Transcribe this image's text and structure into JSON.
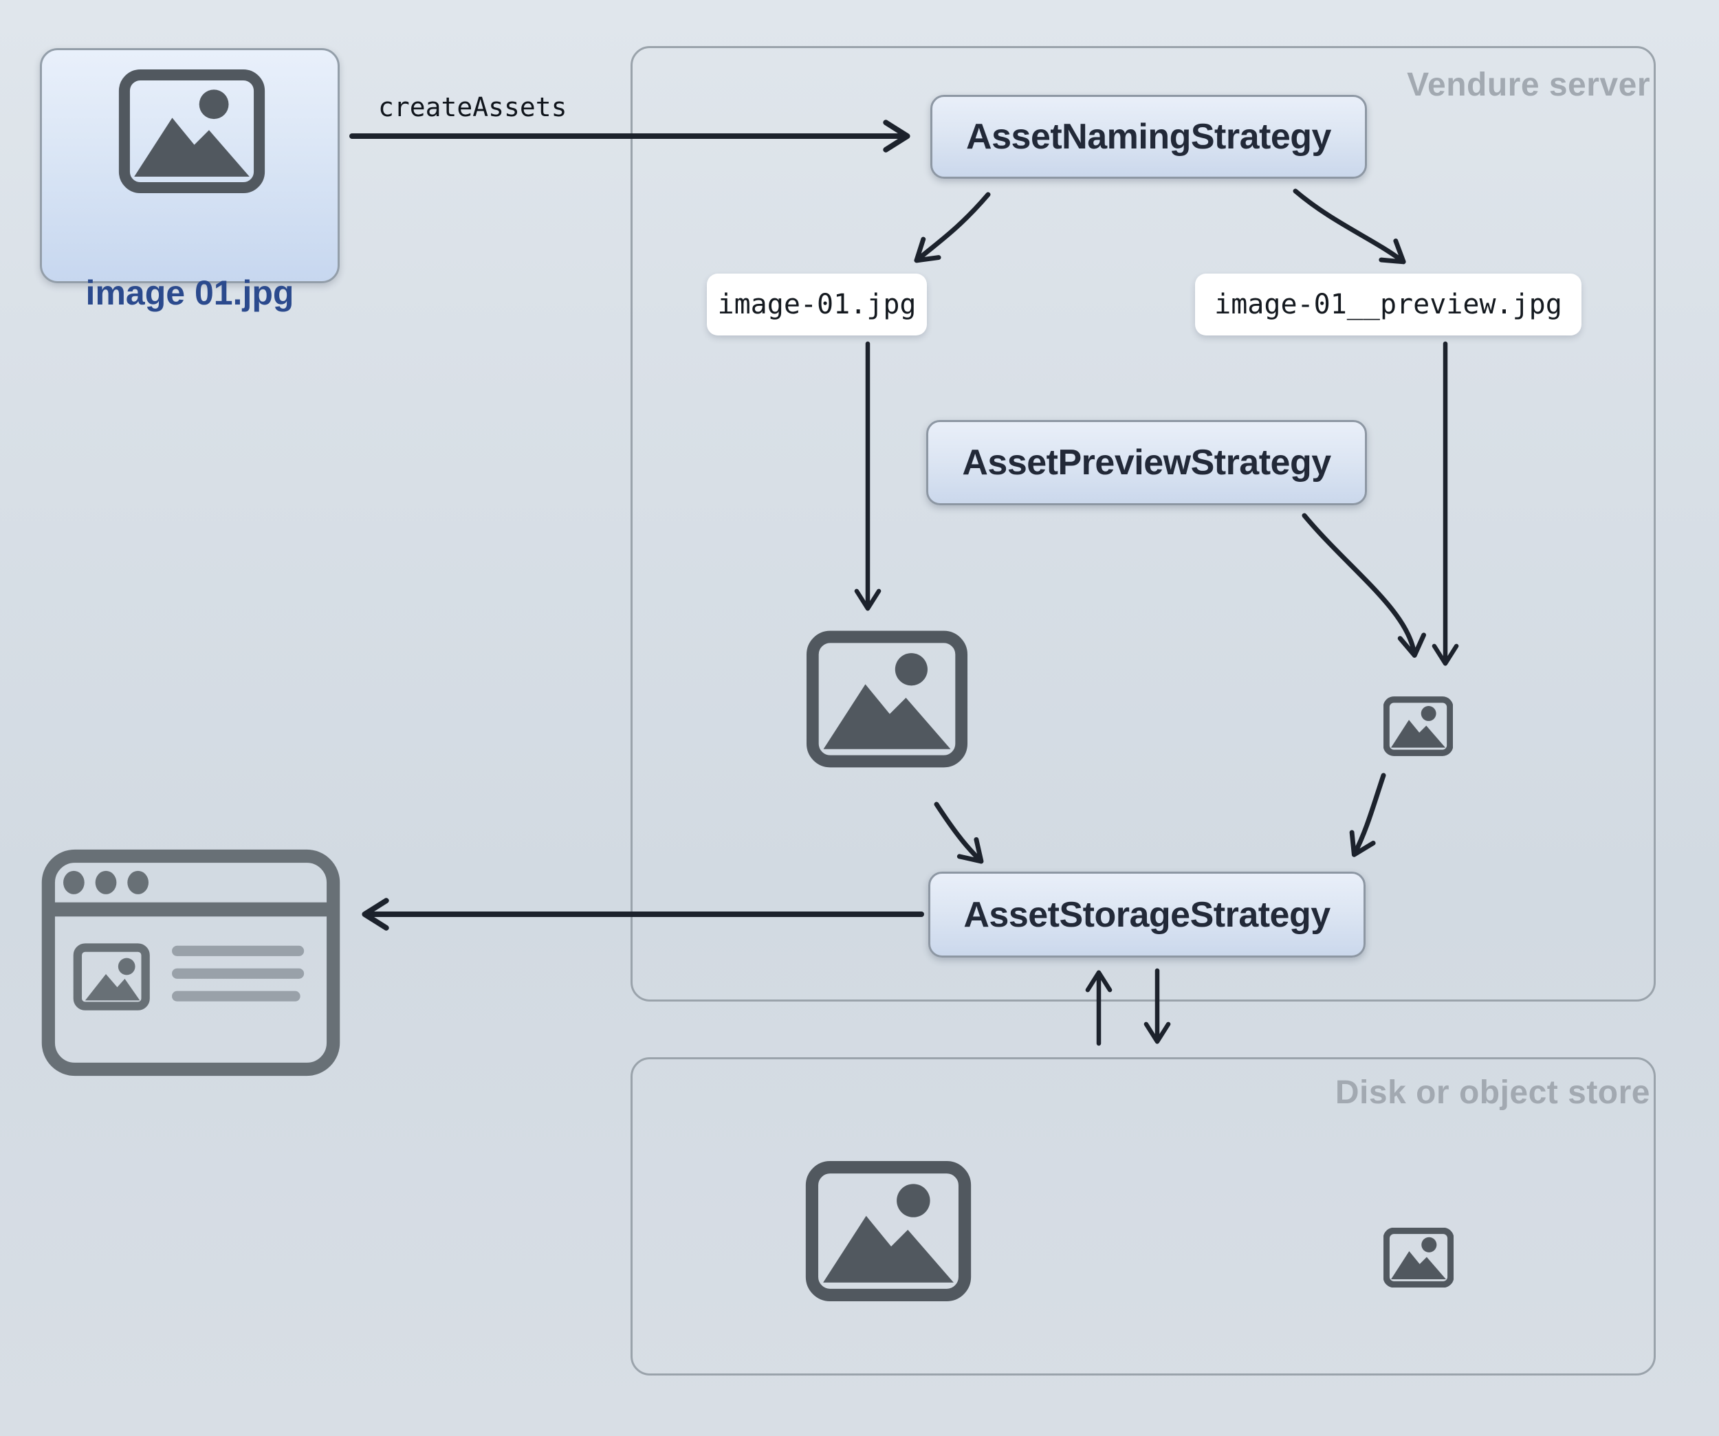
{
  "diagram": {
    "source_asset": {
      "filename": "image 01.jpg"
    },
    "mutation_label": "createAssets",
    "server": {
      "title": "Vendure server",
      "naming_strategy_label": "AssetNamingStrategy",
      "renamed_source_file": "image-01.jpg",
      "renamed_preview_file": "image-01__preview.jpg",
      "preview_strategy_label": "AssetPreviewStrategy",
      "storage_strategy_label": "AssetStorageStrategy"
    },
    "storage": {
      "title": "Disk or object store"
    },
    "icons": {
      "source_image_icon": "picture-icon",
      "original_image_icon": "picture-icon",
      "preview_image_icon": "picture-icon-small",
      "storefront_icon": "browser-window-icon",
      "stored_original_icon": "picture-icon",
      "stored_preview_icon": "picture-icon-small"
    },
    "colors": {
      "background_top": "#e0e6ec",
      "background_bottom": "#d2dae2",
      "box_gradient_top": "#e9eff9",
      "box_gradient_bottom": "#cbd8ec",
      "box_border": "#8d97a3",
      "container_border": "#9aa3ab",
      "container_label": "#a2a9b1",
      "filename_chip_bg": "#ffffff",
      "arrow": "#1c222c",
      "icon_gray": "#51585f",
      "browser_icon_gray": "#687076",
      "browser_line_gray": "#99a1a9",
      "source_label_blue": "#2b4a8d",
      "strategy_text": "#222938"
    }
  }
}
